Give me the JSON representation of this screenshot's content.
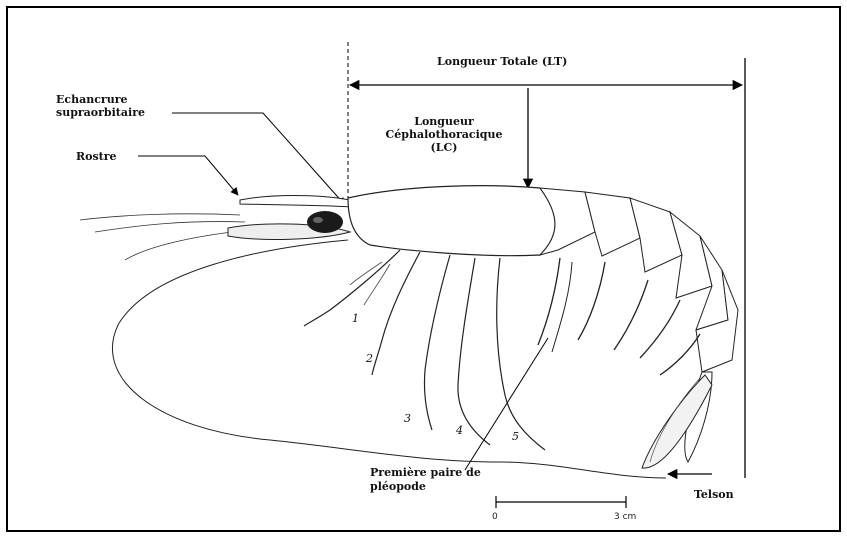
{
  "labels": {
    "longueur_totale": "Longueur Totale (LT)",
    "echancrure_line1": "Echancrure",
    "echancrure_line2": "supraorbitaire",
    "longueur_ceph_line1": "Longueur",
    "longueur_ceph_line2": "Céphalothoracique",
    "longueur_ceph_line3": "(LC)",
    "rostre": "Rostre",
    "premiere_line1": "Première paire de",
    "premiere_line2": "pléopode",
    "telson": "Telson"
  },
  "leg_numbers": [
    "1",
    "2",
    "3",
    "4",
    "5"
  ],
  "scale_bar": {
    "start": "0",
    "end": "3 cm"
  }
}
